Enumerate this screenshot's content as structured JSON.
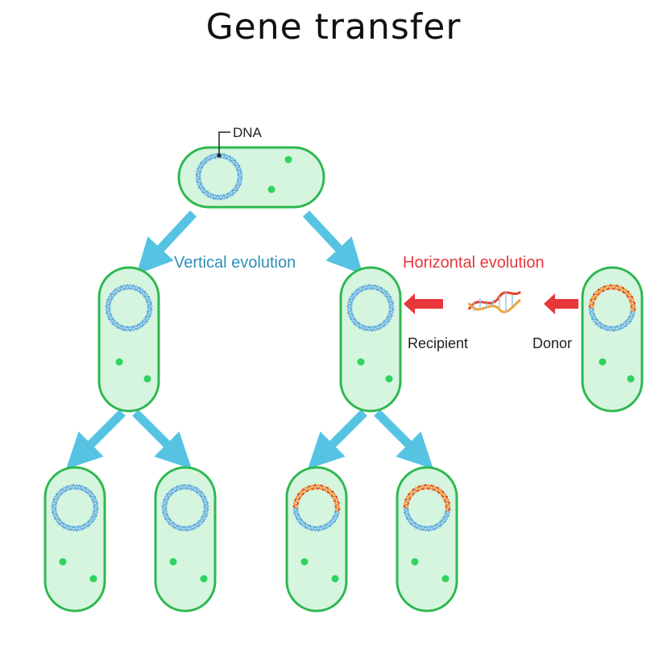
{
  "title": "Gene transfer",
  "labels": {
    "dna": "DNA",
    "vertical": "Vertical evolution",
    "horizontal": "Horizontal evolution",
    "recipient": "Recipient",
    "donor": "Donor"
  },
  "colors": {
    "cell_fill": "#d5f5df",
    "cell_stroke": "#2eb84f",
    "ribosome": "#2fd35f",
    "dna_blue": "#5aa7d8",
    "dna_red": "#e3462f",
    "vertical_arrow": "#56c3e3",
    "horizontal_arrow": "#e8373a",
    "vertical_text": "#2f8fb6",
    "horizontal_text": "#e8373a"
  },
  "cells": [
    {
      "id": "parent",
      "type": "blue-dna"
    },
    {
      "id": "left-child",
      "type": "blue-dna"
    },
    {
      "id": "recipient",
      "type": "blue-dna"
    },
    {
      "id": "donor",
      "type": "red-dna"
    },
    {
      "id": "grandchild-1",
      "type": "blue-dna"
    },
    {
      "id": "grandchild-2",
      "type": "blue-dna"
    },
    {
      "id": "grandchild-3",
      "type": "red-dna"
    },
    {
      "id": "grandchild-4",
      "type": "red-dna"
    }
  ]
}
